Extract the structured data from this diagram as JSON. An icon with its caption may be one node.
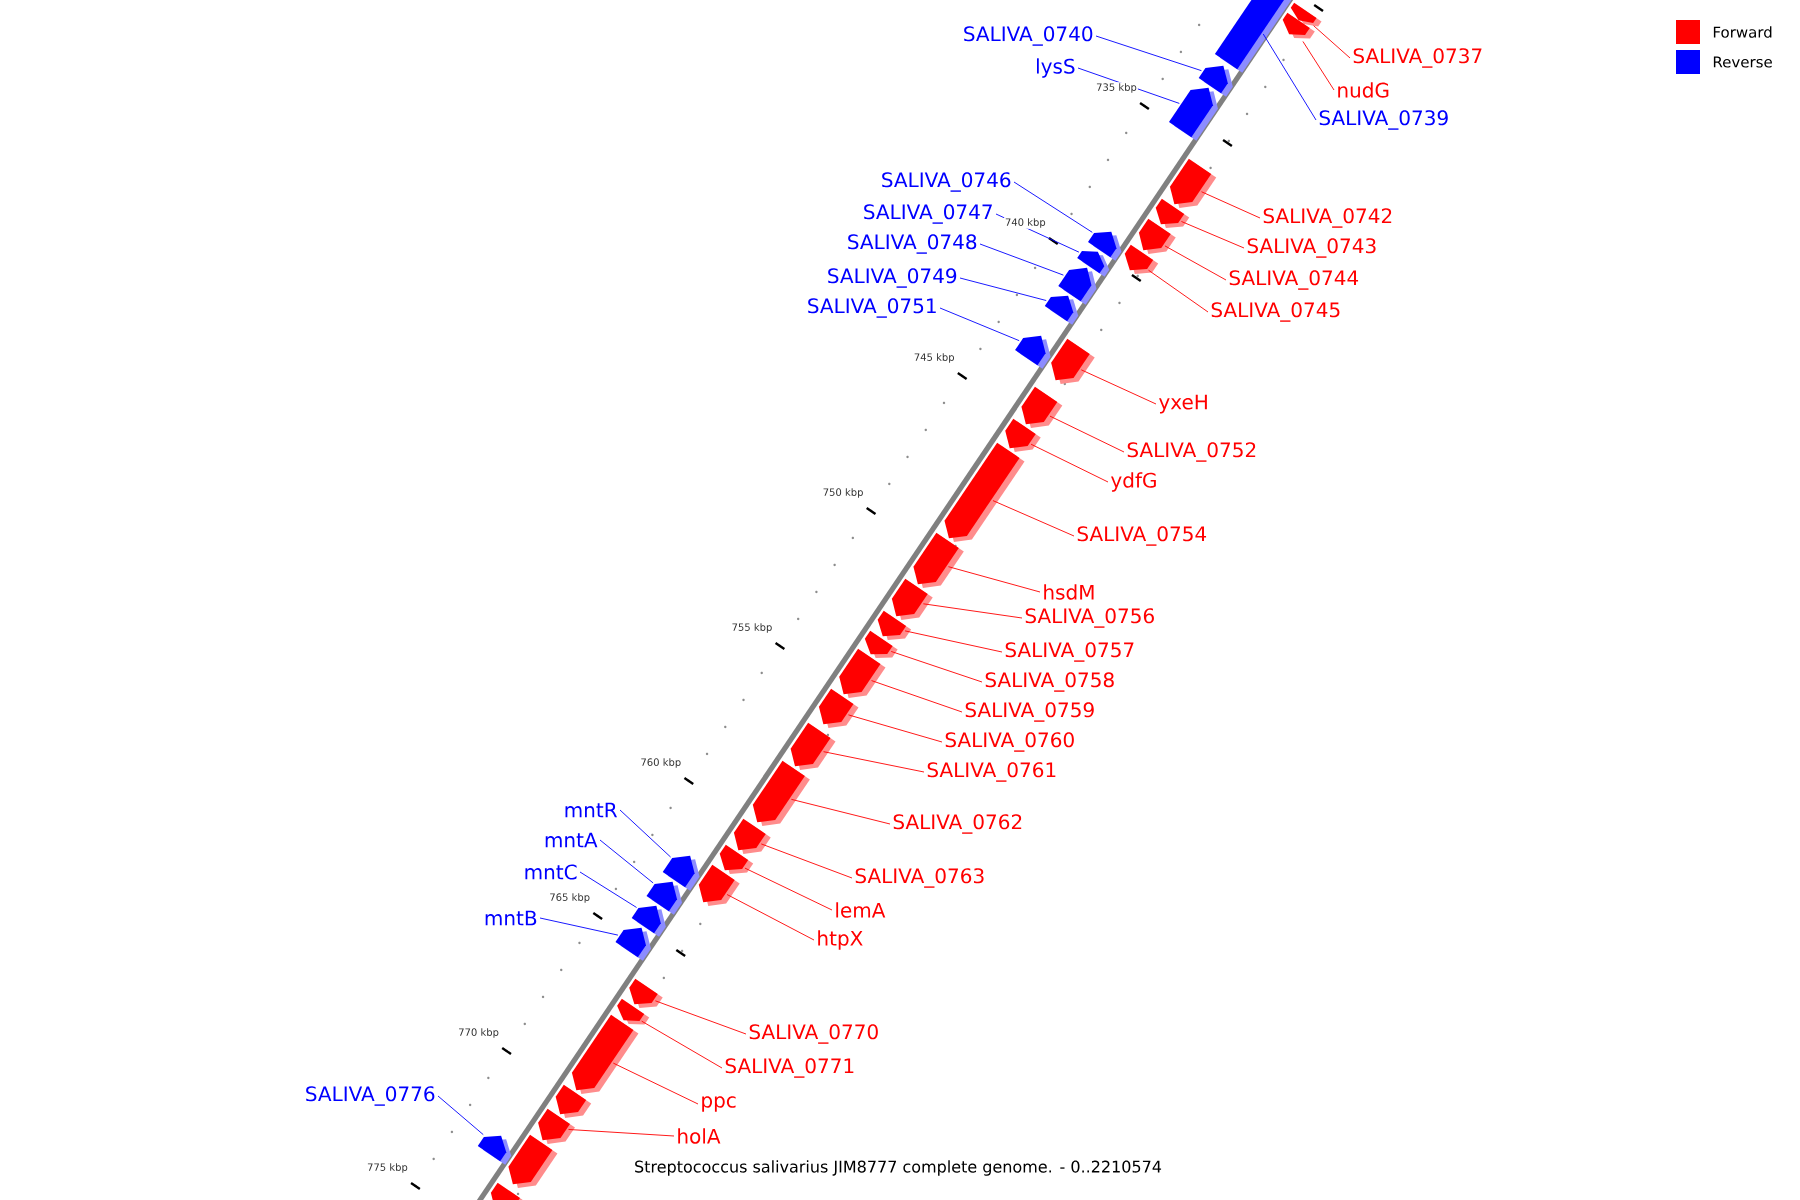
{
  "diagram": {
    "caption": "Streptococcus salivarius JIM8777 complete genome. - 0..2210574",
    "nodes": [
      {
        "text": [
          "SALIVA_0740"
        ]
      },
      {
        "text": [
          "SALIVA_0737"
        ]
      },
      {
        "text": [
          "lysS"
        ]
      },
      {
        "text": [
          "nudG"
        ]
      },
      {
        "text": [
          "SALIVA_0739"
        ]
      },
      {
        "text": [
          "SALIVA_0746"
        ]
      },
      {
        "text": [
          "SALIVA_0747"
        ]
      },
      {
        "text": [
          "SALIVA_0742"
        ]
      },
      {
        "text": [
          "SALIVA_0748"
        ]
      },
      {
        "text": [
          "SALIVA_0743"
        ]
      },
      {
        "text": [
          "SALIVA_0749"
        ]
      },
      {
        "text": [
          "SALIVA_0744"
        ]
      },
      {
        "text": [
          "SALIVA_0751"
        ]
      },
      {
        "text": [
          "SALIVA_0745"
        ]
      },
      {
        "text": [
          "yxeH"
        ]
      },
      {
        "text": [
          "SALIVA_0752"
        ]
      },
      {
        "text": [
          "ydfG"
        ]
      },
      {
        "text": [
          "SALIVA_0754"
        ]
      },
      {
        "text": [
          "hsdM"
        ]
      },
      {
        "text": [
          "SALIVA_0756"
        ]
      },
      {
        "text": [
          "SALIVA_0757"
        ]
      },
      {
        "text": [
          "SALIVA_0758"
        ]
      },
      {
        "text": [
          "SALIVA_0759"
        ]
      },
      {
        "text": [
          "SALIVA_0760"
        ]
      },
      {
        "text": [
          "SALIVA_0761"
        ]
      },
      {
        "text": [
          "mntR"
        ]
      },
      {
        "text": [
          "SALIVA_0762"
        ]
      },
      {
        "text": [
          "mntA"
        ]
      },
      {
        "text": [
          "mntC"
        ]
      },
      {
        "text": [
          "SALIVA_0763"
        ]
      },
      {
        "text": [
          "mntB"
        ]
      },
      {
        "text": [
          "lemA"
        ]
      },
      {
        "text": [
          "htpX"
        ]
      },
      {
        "text": [
          "SALIVA_0770"
        ]
      },
      {
        "text": [
          "SALIVA_0771"
        ]
      },
      {
        "text": [
          "SALIVA_0776"
        ]
      },
      {
        "text": [
          "ppc"
        ]
      },
      {
        "text": [
          "holA"
        ]
      },
      {
        "text": [],
        "shape": "arrow"
      },
      {
        "text": [],
        "shape": "arrow"
      },
      {
        "text": [],
        "shape": "arrow"
      },
      {
        "text": [],
        "shape": "arrow"
      },
      {
        "text": [],
        "shape": "arrow"
      },
      {
        "text": [],
        "shape": "arrow"
      },
      {
        "text": [],
        "shape": "arrow"
      },
      {
        "text": [],
        "shape": "arrow"
      },
      {
        "text": [],
        "shape": "arrow"
      },
      {
        "text": [],
        "shape": "arrow"
      },
      {
        "text": [],
        "shape": "arrow"
      },
      {
        "text": [],
        "shape": "arrow"
      },
      {
        "text": [],
        "shape": "arrow"
      },
      {
        "text": [],
        "shape": "arrow"
      },
      {
        "text": [],
        "shape": "arrow"
      },
      {
        "text": [],
        "shape": "arrow"
      },
      {
        "text": [],
        "shape": "arrow"
      },
      {
        "text": [],
        "shape": "arrow"
      },
      {
        "text": [],
        "shape": "arrow"
      },
      {
        "text": [],
        "shape": "arrow"
      },
      {
        "text": [],
        "shape": "arrow"
      },
      {
        "text": [],
        "shape": "arrow"
      },
      {
        "text": [],
        "shape": "arrow"
      },
      {
        "text": [],
        "shape": "arrow"
      },
      {
        "text": [],
        "shape": "arrow"
      },
      {
        "text": [],
        "shape": "arrow"
      },
      {
        "text": [],
        "shape": "arrow"
      },
      {
        "text": [],
        "shape": "arrow"
      },
      {
        "text": [],
        "shape": "arrow"
      },
      {
        "text": [],
        "shape": "arrow"
      },
      {
        "text": [],
        "shape": "arrow"
      },
      {
        "text": [],
        "shape": "arrow"
      },
      {
        "text": [],
        "shape": "arrow"
      },
      {
        "text": [],
        "shape": "arrow"
      },
      {
        "text": [],
        "shape": "arrow"
      },
      {
        "text": [],
        "shape": "arrow"
      },
      {
        "text": [],
        "shape": "arrow"
      },
      {
        "text": [],
        "shape": "arrow"
      },
      {
        "text": [],
        "shape": "arrow"
      },
      {
        "text": [],
        "shape": "arrow"
      },
      {
        "text": [],
        "shape": "arrow"
      }
    ],
    "edges": [
      {
        "from": 0,
        "to": 41,
        "arrow": "none",
        "color": "#0000ff"
      },
      {
        "from": 1,
        "to": 38,
        "arrow": "none"
      },
      {
        "from": 2,
        "to": 42,
        "arrow": "none",
        "color": "#0000ff"
      },
      {
        "from": 3,
        "to": 40,
        "arrow": "none"
      },
      {
        "from": 4,
        "to": 39,
        "arrow": "none",
        "color": "#0000ff"
      },
      {
        "from": 5,
        "to": 46,
        "arrow": "none",
        "color": "#0000ff"
      },
      {
        "from": 6,
        "to": 48,
        "arrow": "none",
        "color": "#0000ff"
      },
      {
        "from": 7,
        "to": 43,
        "arrow": "none"
      },
      {
        "from": 8,
        "to": 49,
        "arrow": "none",
        "color": "#0000ff"
      },
      {
        "from": 9,
        "to": 44,
        "arrow": "none"
      },
      {
        "from": 10,
        "to": 50,
        "arrow": "none",
        "color": "#0000ff"
      },
      {
        "from": 11,
        "to": 45,
        "arrow": "none"
      },
      {
        "from": 12,
        "to": 52,
        "arrow": "none",
        "color": "#0000ff"
      },
      {
        "from": 13,
        "to": 47,
        "arrow": "none"
      },
      {
        "from": 14,
        "to": 51,
        "arrow": "none"
      },
      {
        "from": 15,
        "to": 53,
        "arrow": "none"
      },
      {
        "from": 16,
        "to": 54,
        "arrow": "none"
      },
      {
        "from": 17,
        "to": 55,
        "arrow": "none"
      },
      {
        "from": 18,
        "to": 56,
        "arrow": "none"
      },
      {
        "from": 19,
        "to": 57,
        "arrow": "none"
      },
      {
        "from": 20,
        "to": 58,
        "arrow": "none"
      },
      {
        "from": 21,
        "to": 59,
        "arrow": "none"
      },
      {
        "from": 22,
        "to": 60,
        "arrow": "none"
      },
      {
        "from": 23,
        "to": 61,
        "arrow": "none"
      },
      {
        "from": 24,
        "to": 62,
        "arrow": "none"
      },
      {
        "from": 25,
        "to": 66,
        "arrow": "none",
        "color": "#0000ff"
      },
      {
        "from": 26,
        "to": 63,
        "arrow": "none"
      },
      {
        "from": 27,
        "to": 68,
        "arrow": "none",
        "color": "#0000ff"
      },
      {
        "from": 28,
        "to": 69,
        "arrow": "none",
        "color": "#0000ff"
      },
      {
        "from": 29,
        "to": 64,
        "arrow": "none"
      },
      {
        "from": 30,
        "to": 70,
        "arrow": "none",
        "color": "#0000ff"
      },
      {
        "from": 31,
        "to": 65,
        "arrow": "none"
      },
      {
        "from": 32,
        "to": 67,
        "arrow": "none"
      },
      {
        "from": 33,
        "to": 71,
        "arrow": "none"
      },
      {
        "from": 34,
        "to": 72,
        "arrow": "none"
      },
      {
        "from": 35,
        "to": 77,
        "arrow": "none",
        "color": "#0000ff"
      },
      {
        "from": 36,
        "to": 73,
        "arrow": "none"
      },
      {
        "from": 37,
        "to": 75,
        "arrow": "none"
      }
    ],
    "labels": [
      "735 kbp",
      "740 kbp",
      "745 kbp",
      "750 kbp",
      "755 kbp",
      "760 kbp",
      "765 kbp",
      "770 kbp",
      "775 kbp"
    ],
    "legend": [
      {
        "text": "Forward",
        "color": "#ff0000"
      },
      {
        "text": "Reverse",
        "color": "#0000ff"
      }
    ]
  }
}
